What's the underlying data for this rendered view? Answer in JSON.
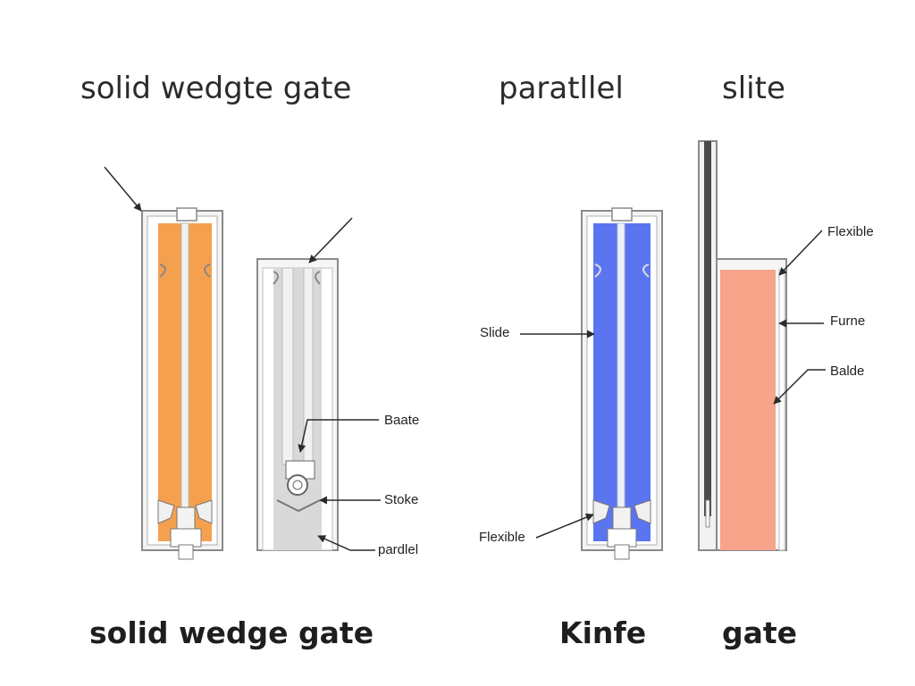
{
  "titles": {
    "left": "solid wedgte gate",
    "middle": "paratllel",
    "right": "slite"
  },
  "captions": {
    "left": "solid wedge gate",
    "middle": "Kinfe",
    "right": "gate"
  },
  "labels": {
    "baate": "Baate",
    "stoke": "Stoke",
    "pardlel": "pardlel",
    "slide": "Slide",
    "flexible_left": "Flexible",
    "flexible_top": "Flexible",
    "furne": "Furne",
    "balde": "Balde"
  },
  "colors": {
    "orange_fill": "#f5a04e",
    "blue_fill": "#5b74f0",
    "salmon_fill": "#f7a48a",
    "gray_fill": "#d9d9d9",
    "frame": "#8a8a8a",
    "leader": "#2a2a2a"
  }
}
